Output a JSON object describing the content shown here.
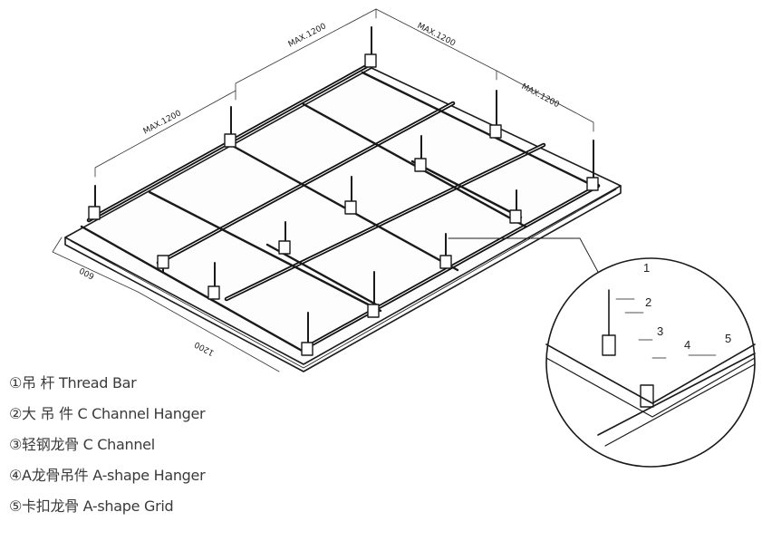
{
  "dimensions": {
    "max_top_left": "MAX.1200",
    "max_top_right": "MAX.1200",
    "max_left": "MAX.1200",
    "max_right": "MAX.1200",
    "grid_600": "600",
    "grid_1200": "1200"
  },
  "callouts": [
    "1",
    "2",
    "3",
    "4",
    "5"
  ],
  "legend": [
    "①吊 杆 Thread Bar",
    "②大 吊 件 C Channel Hanger",
    "③轻钢龙骨 C Channel",
    "④A龙骨吊件 A-shape Hanger",
    "⑤卡扣龙骨 A-shape Grid"
  ]
}
